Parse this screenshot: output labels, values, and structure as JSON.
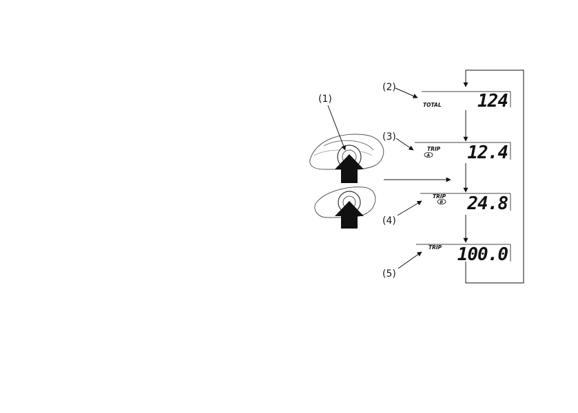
{
  "callouts": {
    "c1": "(1)",
    "c2": "(2)",
    "c3": "(3)",
    "c4": "(4)",
    "c5": "(5)"
  },
  "displays": {
    "total": {
      "label": "TOTAL",
      "reading": "124"
    },
    "trip_a": {
      "label": "TRIP",
      "sub": "A",
      "reading": "12.4"
    },
    "trip_b": {
      "label": "TRIP",
      "sub": "B",
      "reading": "24.8"
    },
    "trip": {
      "label": "TRIP",
      "reading": "100.0"
    }
  },
  "icons": [
    "press-arrow-icon",
    "button-icon",
    "flow-arrow-icon"
  ]
}
